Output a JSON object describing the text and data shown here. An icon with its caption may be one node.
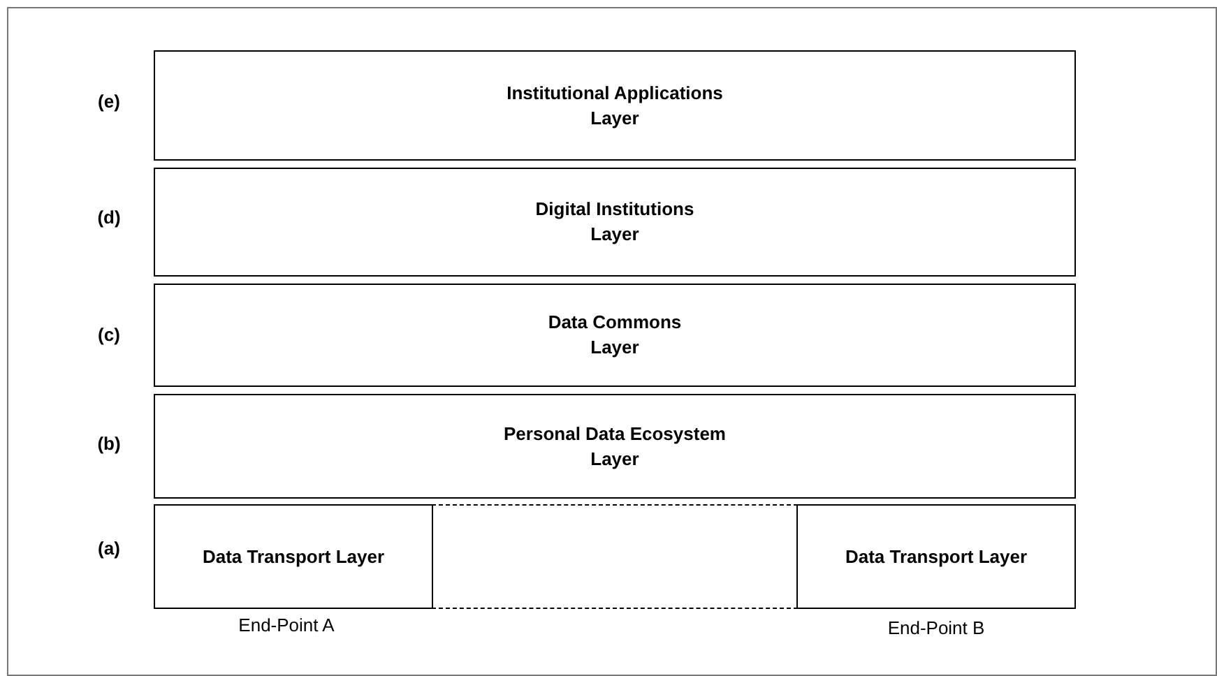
{
  "diagram": {
    "nodes": [
      {
        "text": [
          "Institutional Applications Layer"
        ]
      },
      {
        "text": [
          "Digital Institutions Layer"
        ]
      },
      {
        "text": [
          "Data Commons Layer"
        ]
      },
      {
        "text": [
          "Personal Data Ecosystem Layer"
        ]
      },
      {
        "text": [
          "Data Transport Layer"
        ],
        "beside": [
          "End-Point A"
        ]
      },
      {
        "text": [],
        "shape": "box"
      },
      {
        "text": [
          "Data Transport Layer"
        ],
        "beside": [
          "End-Point B"
        ]
      }
    ],
    "edges": [],
    "labels": [
      "(e)",
      "(d)",
      "(c)",
      "(b)",
      "(a)"
    ]
  }
}
